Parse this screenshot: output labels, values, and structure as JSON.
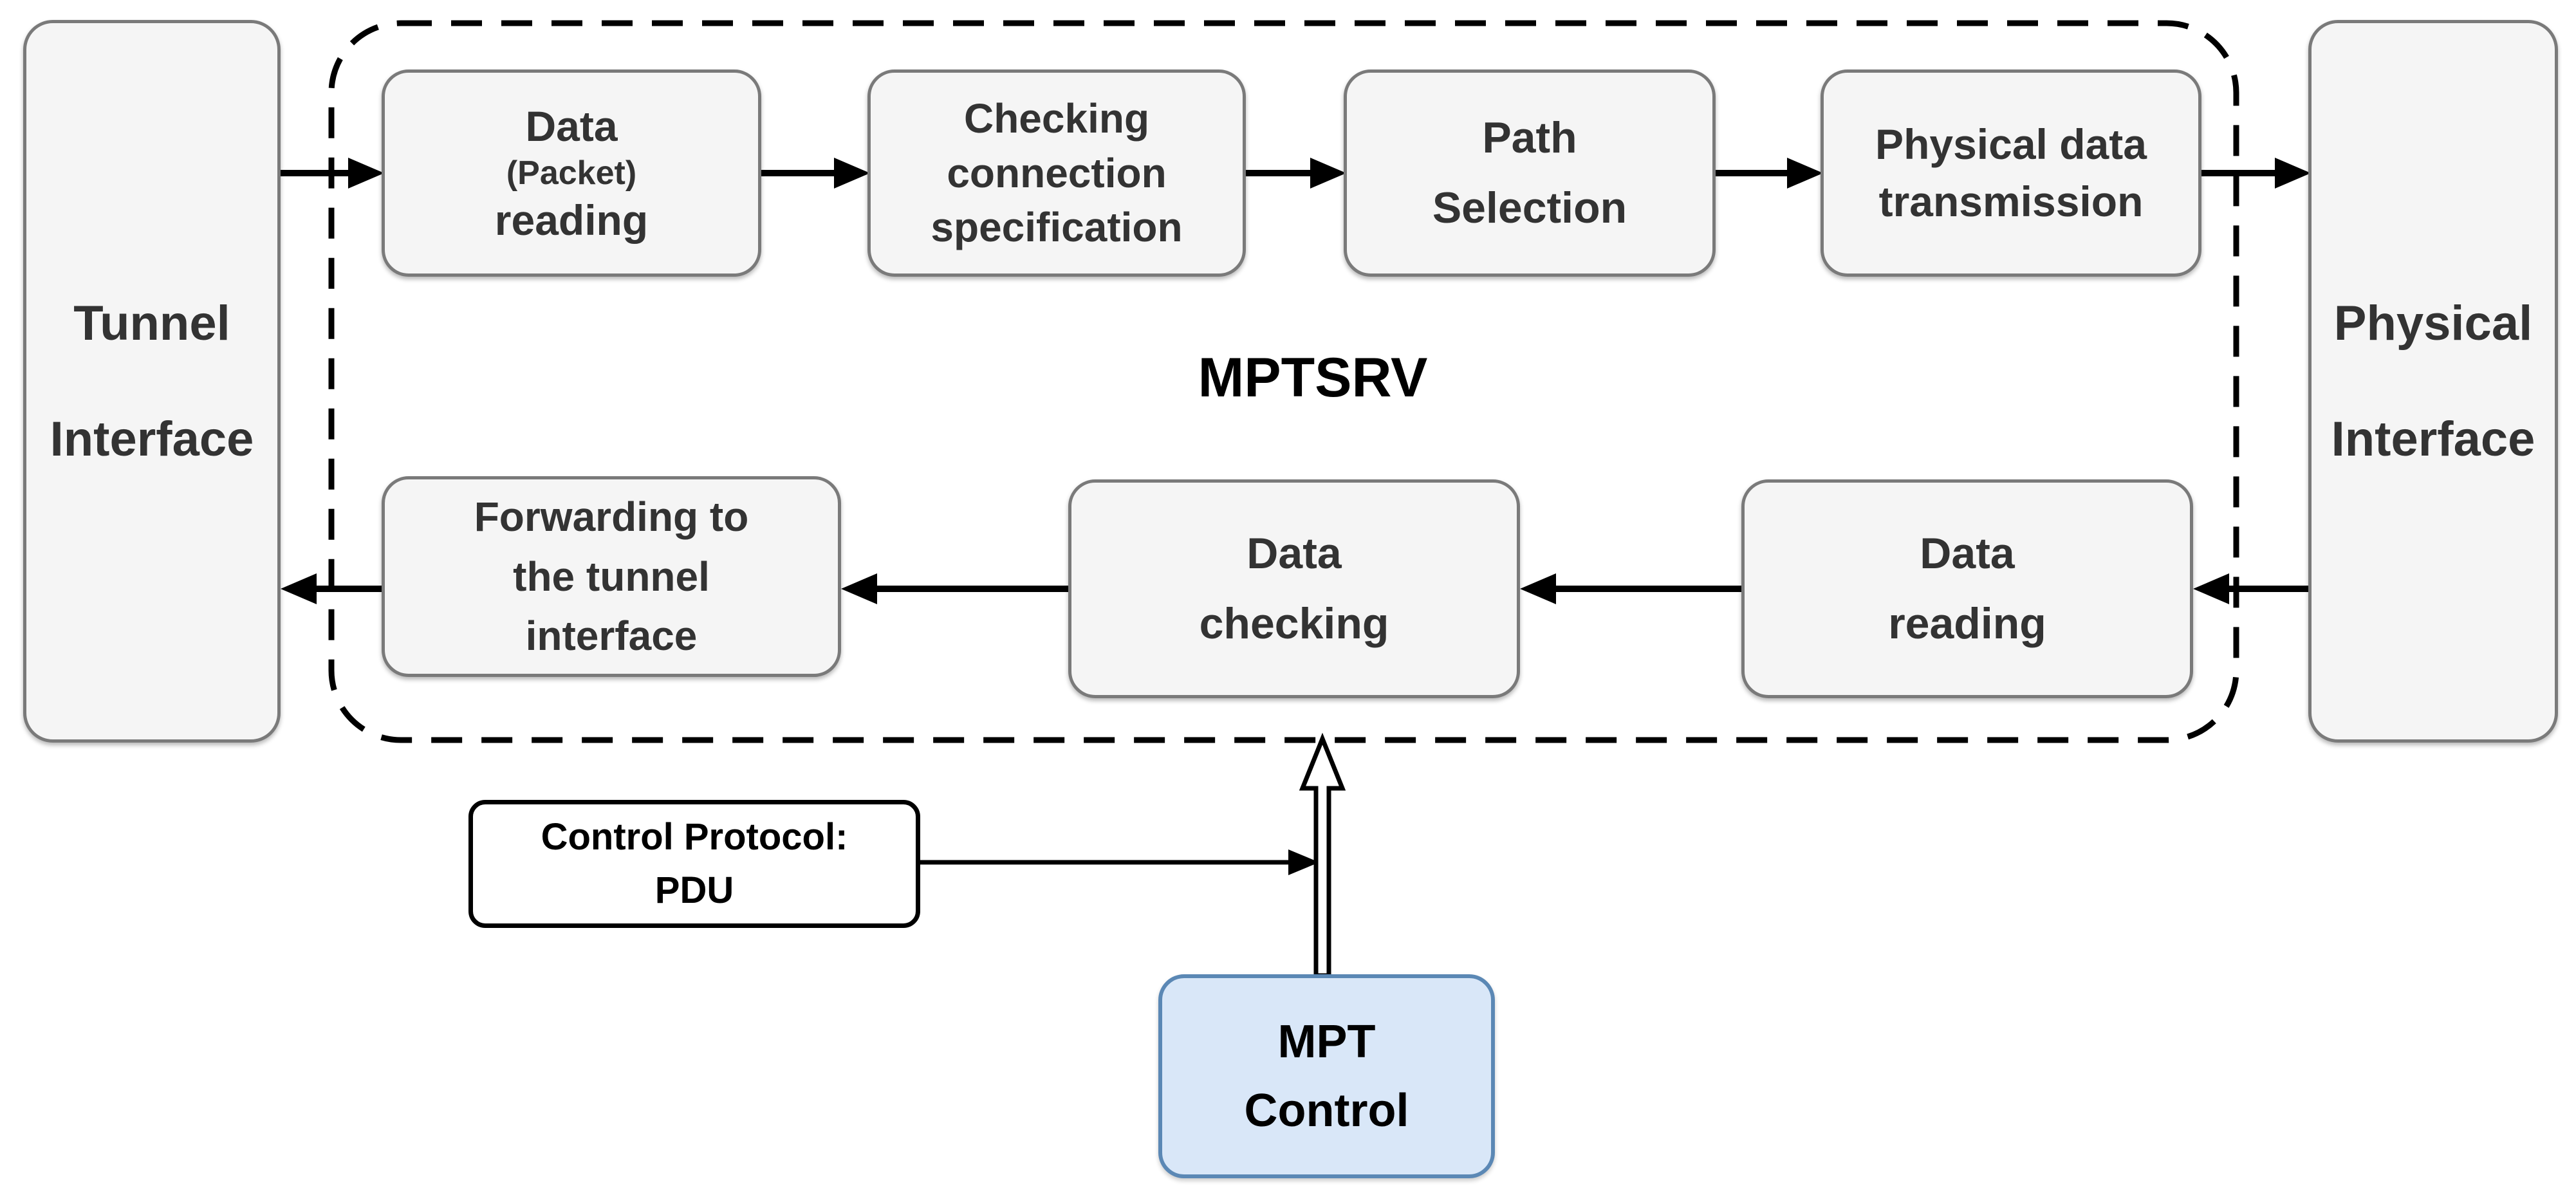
{
  "container": {
    "label": "MPTSRV"
  },
  "nodes": {
    "tunnel_interface": {
      "line1": "Tunnel",
      "line2": "Interface"
    },
    "physical_interface": {
      "line1": "Physical",
      "line2": "Interface"
    },
    "data_packet_reading": {
      "line1": "Data",
      "line2": "(Packet)",
      "line3": "reading"
    },
    "checking_connection_specification": {
      "label": "Checking\nconnection\nspecification"
    },
    "path_selection": {
      "label": "Path\nSelection"
    },
    "physical_data_transmission": {
      "label": "Physical data\ntransmission"
    },
    "forwarding_to_tunnel_interface": {
      "label": "Forwarding to\nthe tunnel\ninterface"
    },
    "data_checking": {
      "label": "Data\nchecking"
    },
    "data_reading": {
      "label": "Data\nreading"
    },
    "control_protocol_pdu": {
      "label": "Control Protocol:\nPDU"
    },
    "mpt_control": {
      "label": "MPT\nControl"
    }
  },
  "colors": {
    "box_fill": "#f5f5f5",
    "box_border": "#7a7a7a",
    "box_text": "#333333",
    "dashed_container": "#000000",
    "arrow": "#000000",
    "mpt_control_fill": "#d9e7f8",
    "mpt_control_border": "#5b88b5"
  }
}
